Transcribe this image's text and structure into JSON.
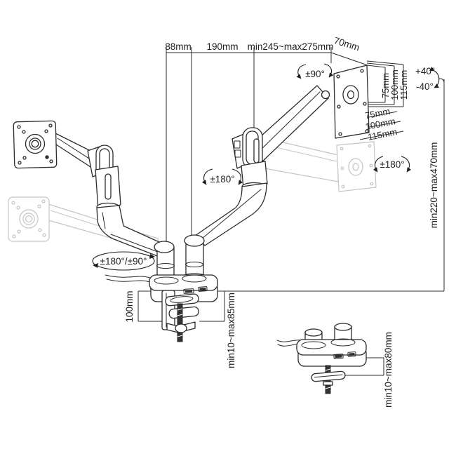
{
  "diagram": {
    "title_hint": "dual-monitor-arm-dimension-drawing",
    "top_dimensions": {
      "offset_88": "88mm",
      "offset_190": "190mm",
      "extension_range": "min245~max275mm",
      "offset_70": "70mm"
    },
    "vesa_plate": {
      "vertical_dims": [
        "75mm",
        "100mm",
        "115mm"
      ],
      "horizontal_dims": [
        "75mm",
        "100mm",
        "115mm"
      ]
    },
    "rotations": {
      "head_swivel": "±90°",
      "tilt_up": "+40°",
      "tilt_down": "-40°",
      "arm_rotation": "±180°",
      "plate_rotation": "±180°",
      "base_rotation": "±180°/±90°"
    },
    "height_adjustment": {
      "range": "min220~max470mm"
    },
    "clamp_mount": {
      "height": "100mm",
      "desk_thickness": "min10~max85mm"
    },
    "grommet_mount": {
      "desk_thickness": "min10~max80mm"
    },
    "colors": {
      "line": "#2b2b2b",
      "ghost": "#c4c4c4",
      "background": "#ffffff"
    }
  }
}
